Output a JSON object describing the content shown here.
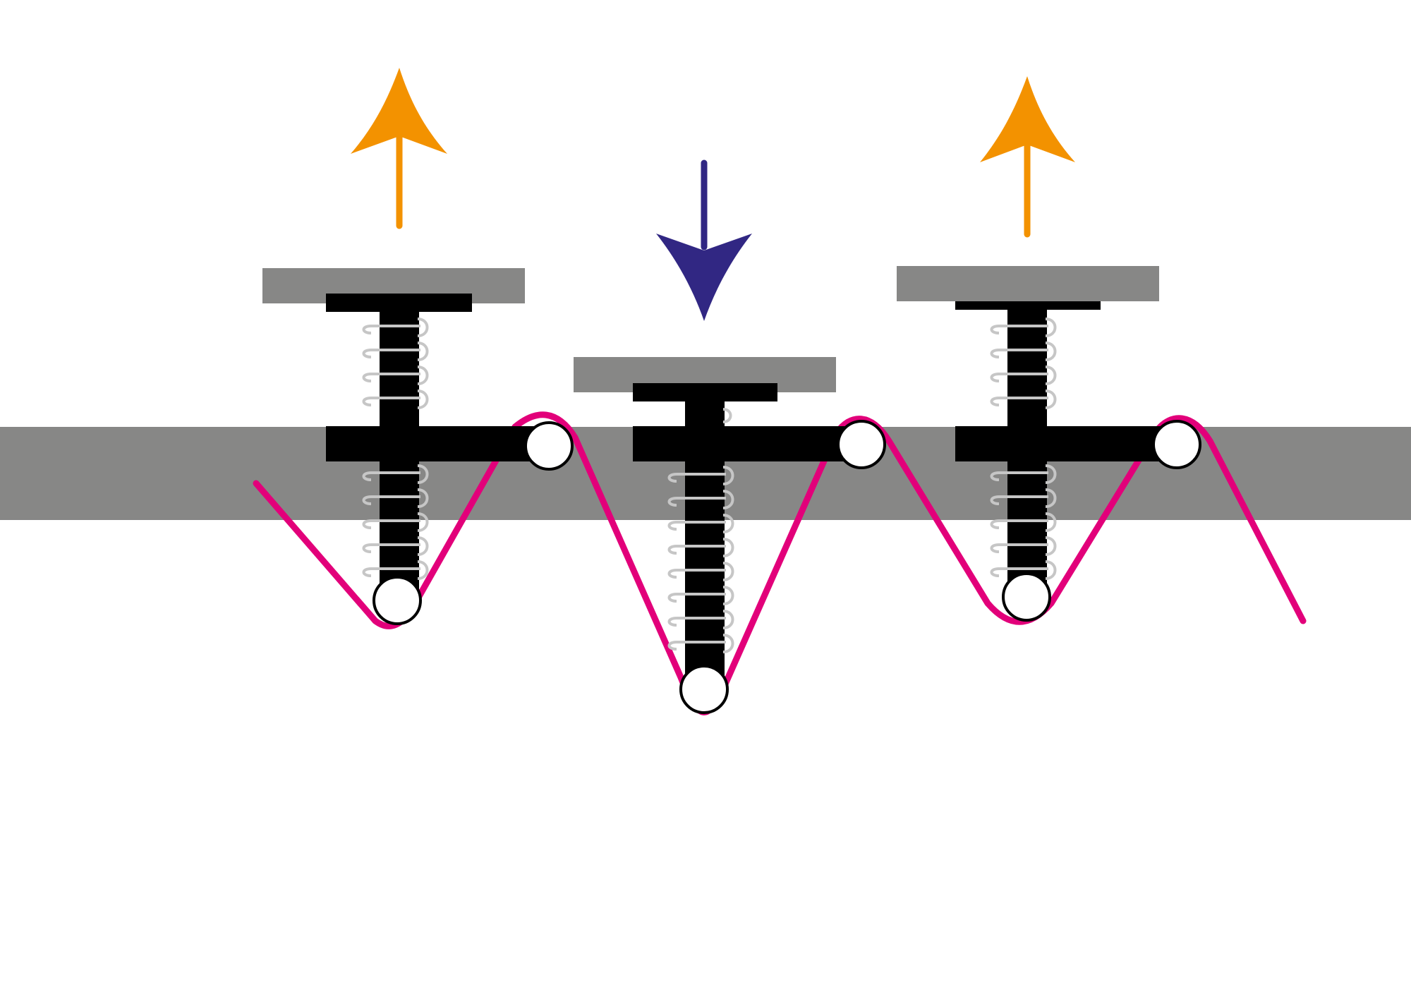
{
  "colors": {
    "background": "#ffffff",
    "rail": "#878786",
    "plate": "#878786",
    "stem": "#000000",
    "spring": "#c6c6c6",
    "cam_curve": "#e2007a",
    "roller_fill": "#ffffff",
    "roller_stroke": "#000000",
    "arrow_up": "#f39200",
    "arrow_down": "#312783"
  },
  "icons": {
    "arrow_up": "arrow-up-icon",
    "arrow_down": "arrow-down-icon",
    "roller": "roller-icon",
    "spring": "spring-icon"
  },
  "followers": [
    {
      "id": "left",
      "direction": "up",
      "arrow_color": "#f39200"
    },
    {
      "id": "middle",
      "direction": "down",
      "arrow_color": "#312783"
    },
    {
      "id": "right",
      "direction": "up",
      "arrow_color": "#f39200"
    }
  ]
}
